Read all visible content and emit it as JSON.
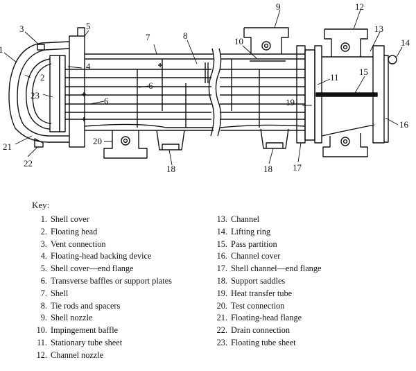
{
  "diagram": {
    "callouts": [
      "1",
      "2",
      "3",
      "4",
      "5",
      "6",
      "6",
      "7",
      "8",
      "9",
      "10",
      "11",
      "12",
      "13",
      "14",
      "15",
      "16",
      "17",
      "18",
      "18",
      "19",
      "20",
      "21",
      "22",
      "23"
    ]
  },
  "key": {
    "title": "Key:",
    "left": [
      {
        "num": "1.",
        "text": "Shell cover"
      },
      {
        "num": "2.",
        "text": "Floating head"
      },
      {
        "num": "3.",
        "text": "Vent connection"
      },
      {
        "num": "4.",
        "text": "Floating-head backing device"
      },
      {
        "num": "5.",
        "text": "Shell cover—end flange"
      },
      {
        "num": "6.",
        "text": "Transverse baffles or support plates"
      },
      {
        "num": "7.",
        "text": "Shell"
      },
      {
        "num": "8.",
        "text": "Tie rods and spacers"
      },
      {
        "num": "9.",
        "text": "Shell nozzle"
      },
      {
        "num": "10.",
        "text": "Impingement baffle"
      },
      {
        "num": "11.",
        "text": "Stationary tube sheet"
      },
      {
        "num": "12.",
        "text": "Channel nozzle"
      }
    ],
    "right": [
      {
        "num": "13.",
        "text": "Channel"
      },
      {
        "num": "14.",
        "text": "Lifting ring"
      },
      {
        "num": "15.",
        "text": "Pass partition"
      },
      {
        "num": "16.",
        "text": "Channel cover"
      },
      {
        "num": "17.",
        "text": "Shell channel—end flange"
      },
      {
        "num": "18.",
        "text": "Support saddles"
      },
      {
        "num": "19.",
        "text": "Heat transfer tube"
      },
      {
        "num": "20.",
        "text": "Test connection"
      },
      {
        "num": "21.",
        "text": "Floating-head flange"
      },
      {
        "num": "22.",
        "text": "Drain connection"
      },
      {
        "num": "23.",
        "text": "Floating tube sheet"
      }
    ]
  }
}
